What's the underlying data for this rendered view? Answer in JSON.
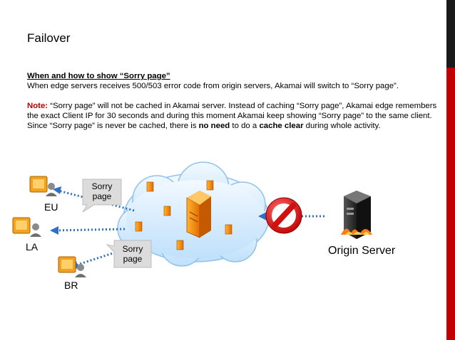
{
  "slide": {
    "title": "Failover",
    "heading": "When and how to show “Sorry page”",
    "intro": "When edge servers receives 500/503 error code from origin servers, Akamai will switch to “Sorry page”.",
    "note_label": "Note:",
    "note_text_1": " “Sorry page” will not be cached in Akamai server. Instead of caching “Sorry page”, Akamai edge remembers the exact Client IP for 30 seconds and during this moment Akamai keep showing “Sorry page” to the same client. Since “Sorry page” is never be cached, there is ",
    "note_bold_1": "no need",
    "note_text_2": " to do a ",
    "note_bold_2": "cache clear",
    "note_text_3": " during whole activity."
  },
  "diagram": {
    "bubble_top_line1": "Sorry",
    "bubble_top_line2": "page",
    "bubble_bottom_line1": "Sorry",
    "bubble_bottom_line2": "page",
    "client_eu": "EU",
    "client_la": "LA",
    "client_br": "BR",
    "origin_label": "Origin Server"
  },
  "colors": {
    "accent_red": "#c00000",
    "sidebar": "#1a1a1a",
    "arrow_blue": "#2f6fc4",
    "cloud": "#dcefff"
  }
}
